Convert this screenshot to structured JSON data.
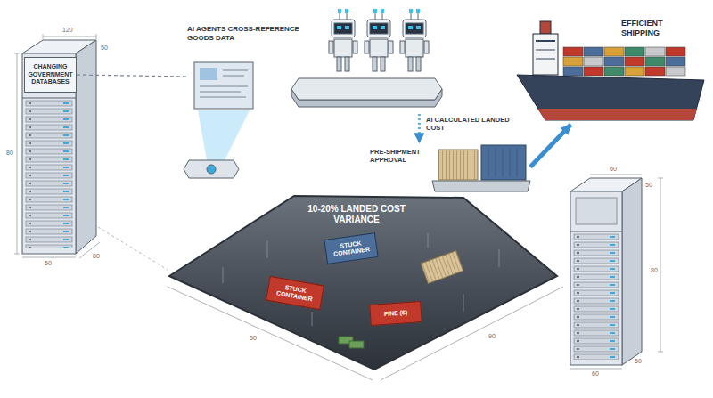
{
  "diagram": {
    "nodes": [
      {
        "text": [
          "CHANGING GOVERNMENT DATABASES"
        ]
      },
      {
        "text": [
          "AI AGENTS CROSS-REFERENCE GOODS DATA"
        ]
      },
      {
        "text": [
          "PRE-SHIPMENT APPROVAL"
        ]
      },
      {
        "text": [
          "EFFICIENT SHIPPING"
        ]
      },
      {
        "text": [
          "10-20% LANDED COST VARIANCE"
        ]
      },
      {
        "text": [
          "STUCK CONTAINER"
        ],
        "in": 4
      },
      {
        "text": [
          "STUCK CONTAINER"
        ],
        "in": 4
      },
      {
        "text": [
          "FINE ($)"
        ],
        "in": 4
      }
    ],
    "edges": [
      {
        "from": 0,
        "to": 1,
        "arrow": "none"
      },
      {
        "from": 1,
        "to": 2,
        "label": "AI CALCULATED LANDED COST",
        "arrow": "to"
      },
      {
        "from": 2,
        "to": 3,
        "arrow": "to"
      }
    ],
    "labels": [
      "120",
      "50",
      "80",
      "50",
      "80",
      "60",
      "50",
      "80",
      "60",
      "50",
      "50",
      "90"
    ]
  }
}
